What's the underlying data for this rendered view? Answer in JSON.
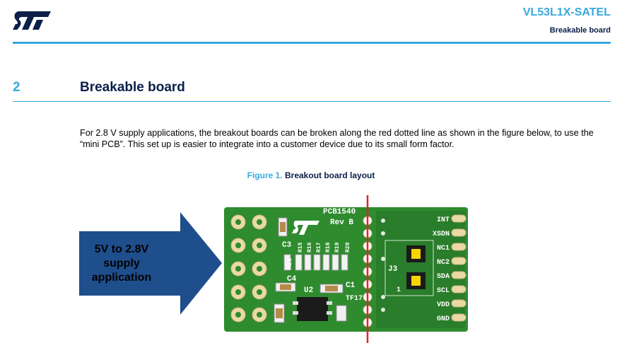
{
  "header": {
    "doc_title": "VL53L1X-SATEL",
    "doc_subtitle": "Breakable board",
    "logo_icon": "st-logo-icon"
  },
  "section": {
    "number": "2",
    "title": "Breakable board"
  },
  "paragraph": "For 2.8 V supply applications, the breakout boards can be broken along the red dotted line as shown in the figure below, to use the “mini PCB”. This set up is easier to integrate into a customer device due to its small form factor.",
  "figure": {
    "number": "Figure 1.",
    "title": "Breakout board layout",
    "arrow_label_line1": "5V to 2.8V",
    "arrow_label_line2": "supply",
    "arrow_label_line3": "application",
    "pcb_id": "PCB1540",
    "rev": "Rev B",
    "pin_labels": [
      "INT",
      "XSDN",
      "NC1",
      "NC2",
      "SDA",
      "SCL",
      "VDD",
      "GND"
    ],
    "component_labels": {
      "c3": "C3",
      "c4": "C4",
      "c1": "C1",
      "u2": "U2",
      "r21": "R21",
      "j3": "J3",
      "tf17": "TF17",
      "one": "1",
      "resistors": [
        "R15",
        "R16",
        "R17",
        "R18",
        "R19",
        "R20"
      ]
    },
    "colors": {
      "pcb": "#2e8b2e",
      "arrow": "#1f4e8c",
      "cut_line": "#e8212b",
      "accent": "#39a9dc",
      "navy": "#0b1f4a"
    }
  }
}
